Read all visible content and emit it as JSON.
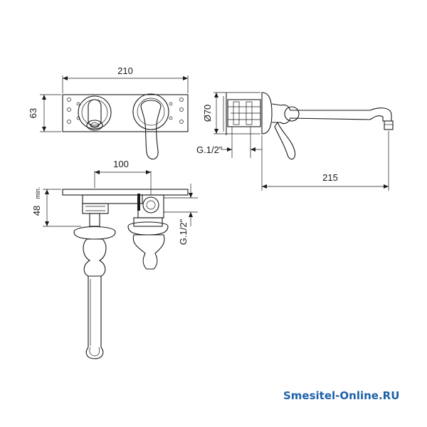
{
  "dimensions": {
    "top_width": "210",
    "top_height": "63",
    "side_diameter": "Ø70",
    "side_thread": "G.1/2\"",
    "side_length": "215",
    "bottom_width": "100",
    "bottom_depth": "48",
    "bottom_depth_note": "min.",
    "bottom_thread": "G.1/2\""
  },
  "watermark": "Smesitel-Online.RU"
}
